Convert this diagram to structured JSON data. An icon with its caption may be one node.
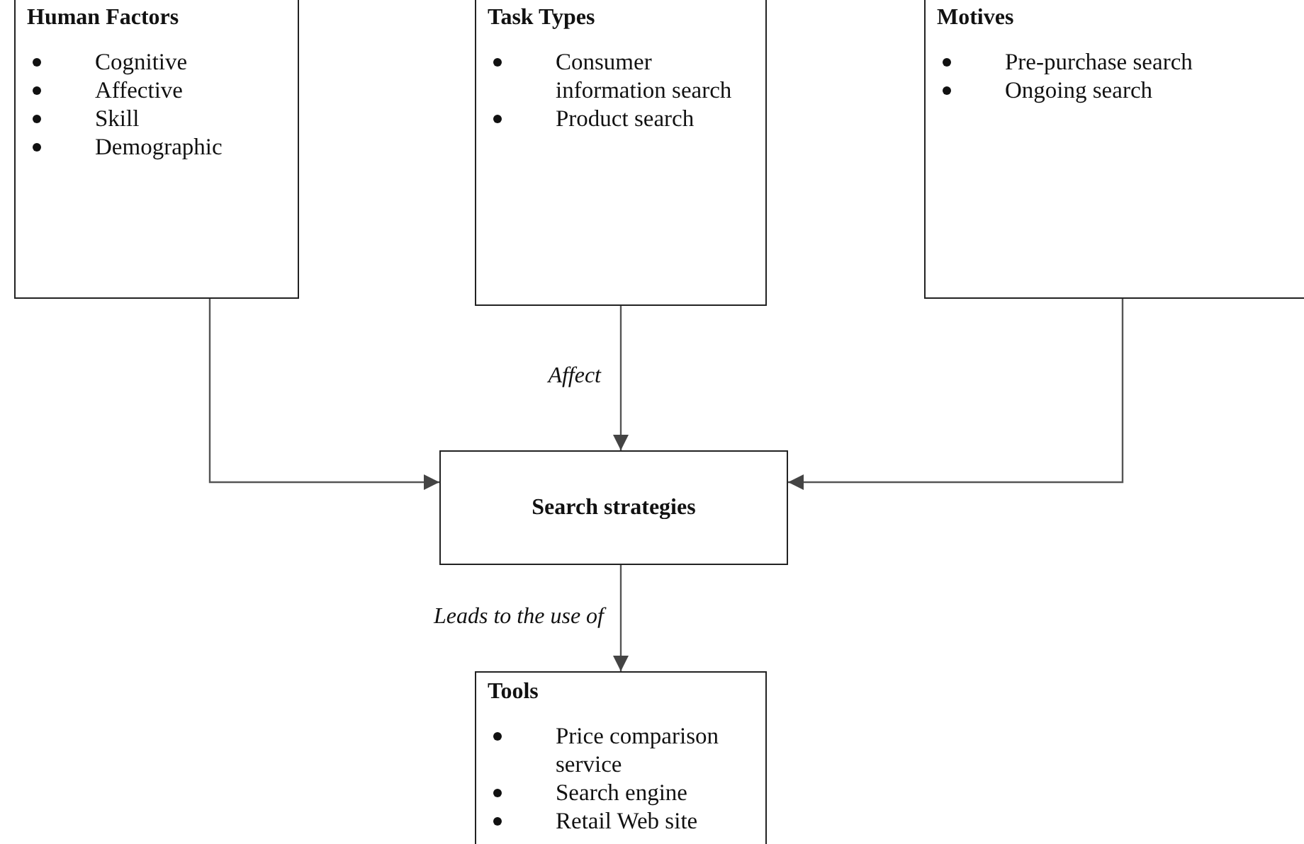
{
  "diagram": {
    "nodes": [
      {
        "text": [
          "Human Factors",
          "Cognitive",
          "Affective",
          "Skill",
          "Demographic"
        ]
      },
      {
        "text": [
          "Task Types",
          "Consumer information search",
          "Product search"
        ]
      },
      {
        "text": [
          "Motives",
          "Pre-purchase search",
          "Ongoing search"
        ]
      },
      {
        "text": [
          "Search strategies"
        ]
      },
      {
        "text": [
          "Tools",
          "Price comparison service",
          "Search engine",
          "Retail Web site"
        ]
      }
    ],
    "edges": [
      {
        "from": 0,
        "to": 3,
        "arrow": "to"
      },
      {
        "from": 1,
        "to": 3,
        "arrow": "to",
        "label": "Affect"
      },
      {
        "from": 2,
        "to": 3,
        "arrow": "to"
      },
      {
        "from": 3,
        "to": 4,
        "arrow": "to",
        "label": "Leads to the use of"
      }
    ]
  }
}
